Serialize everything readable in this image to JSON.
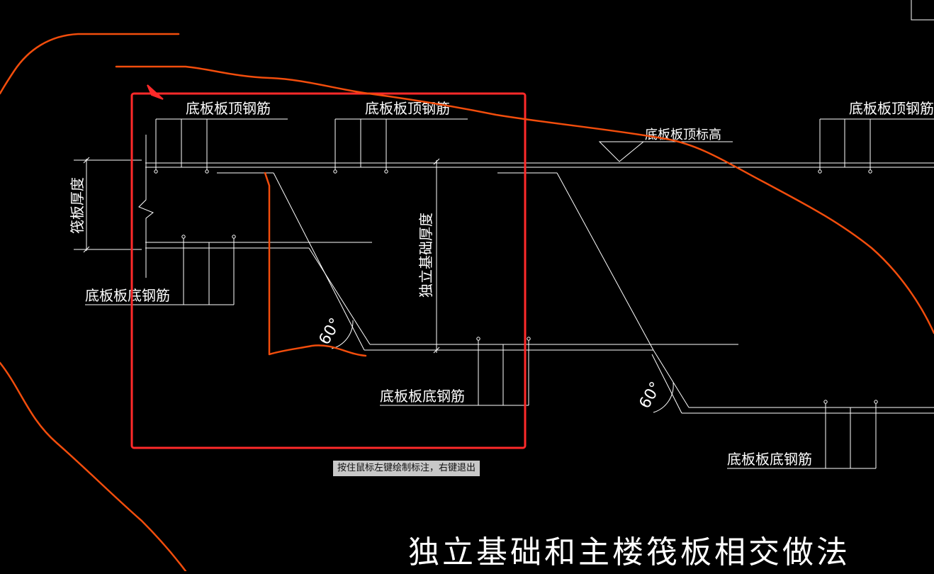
{
  "labels": {
    "top_rebar": "底板板顶钢筋",
    "bottom_rebar": "底板板底钢筋",
    "slab_top_elevation": "底板板顶标高",
    "raft_thickness": "筏板厚度",
    "footing_thickness": "独立基础厚度",
    "angle": "60°"
  },
  "tooltip": "按住鼠标左键绘制标注，右键退出",
  "title": "独立基础和主楼筏板相交做法",
  "colors": {
    "background": "#000000",
    "drawing_lines": "#ffffff",
    "markup": "#f24d0c",
    "selection_box": "#ff2a2a"
  }
}
